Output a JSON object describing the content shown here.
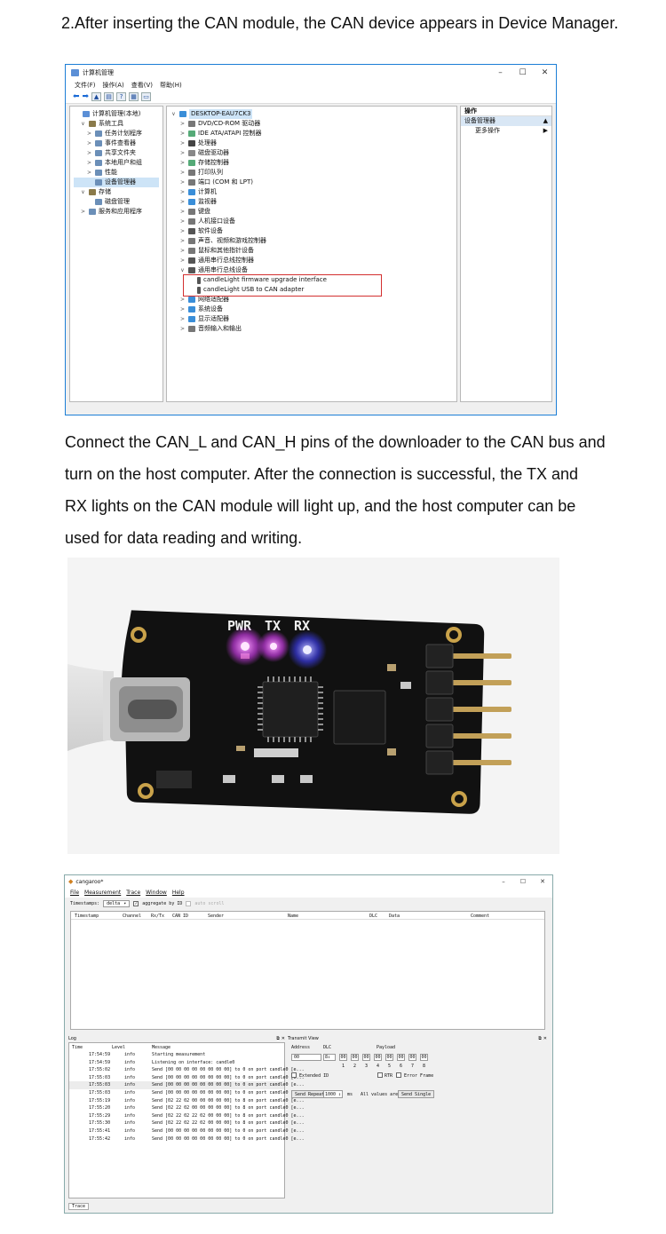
{
  "heading": "2.After inserting the CAN module, the CAN device appears in Device Manager.",
  "paragraph": [
    "Connect the CAN_L and CAN_H pins of the downloader to the CAN bus and",
    "turn on the host computer. After the connection is successful, the TX and",
    " RX lights on the CAN module will light up, and the host computer can be",
    "used for data reading and writing."
  ],
  "device_manager": {
    "title": "计算机管理",
    "window_controls": [
      "–",
      "☐",
      "✕"
    ],
    "menu": [
      "文件(F)",
      "操作(A)",
      "查看(V)",
      "帮助(H)"
    ],
    "left_tree": [
      {
        "label": "计算机管理(本地)",
        "indent": 0,
        "arrow": ""
      },
      {
        "label": "系统工具",
        "indent": 1,
        "arrow": "∨"
      },
      {
        "label": "任务计划程序",
        "indent": 2,
        "arrow": ">"
      },
      {
        "label": "事件查看器",
        "indent": 2,
        "arrow": ">"
      },
      {
        "label": "共享文件夹",
        "indent": 2,
        "arrow": ">"
      },
      {
        "label": "本地用户和组",
        "indent": 2,
        "arrow": ">"
      },
      {
        "label": "性能",
        "indent": 2,
        "arrow": ">"
      },
      {
        "label": "设备管理器",
        "indent": 2,
        "arrow": "",
        "selected": true
      },
      {
        "label": "存储",
        "indent": 1,
        "arrow": "∨"
      },
      {
        "label": "磁盘管理",
        "indent": 2,
        "arrow": ""
      },
      {
        "label": "服务和应用程序",
        "indent": 1,
        "arrow": ">"
      }
    ],
    "device_tree_root": "DESKTOP-EAU7CK3",
    "device_tree": [
      {
        "label": "DVD/CD-ROM 驱动器",
        "arrow": ">",
        "indent": 1,
        "color": "#777"
      },
      {
        "label": "IDE ATA/ATAPI 控制器",
        "arrow": ">",
        "indent": 1,
        "color": "#5a7"
      },
      {
        "label": "处理器",
        "arrow": ">",
        "indent": 1,
        "color": "#444"
      },
      {
        "label": "磁盘驱动器",
        "arrow": ">",
        "indent": 1,
        "color": "#888"
      },
      {
        "label": "存储控制器",
        "arrow": ">",
        "indent": 1,
        "color": "#5a7"
      },
      {
        "label": "打印队列",
        "arrow": ">",
        "indent": 1,
        "color": "#777"
      },
      {
        "label": "端口 (COM 和 LPT)",
        "arrow": ">",
        "indent": 1,
        "color": "#777"
      },
      {
        "label": "计算机",
        "arrow": ">",
        "indent": 1,
        "color": "#3a8ed8"
      },
      {
        "label": "监视器",
        "arrow": ">",
        "indent": 1,
        "color": "#3a8ed8"
      },
      {
        "label": "键盘",
        "arrow": ">",
        "indent": 1,
        "color": "#777"
      },
      {
        "label": "人机接口设备",
        "arrow": ">",
        "indent": 1,
        "color": "#777"
      },
      {
        "label": "软件设备",
        "arrow": ">",
        "indent": 1,
        "color": "#555"
      },
      {
        "label": "声音、视频和游戏控制器",
        "arrow": ">",
        "indent": 1,
        "color": "#777"
      },
      {
        "label": "鼠标和其他指针设备",
        "arrow": ">",
        "indent": 1,
        "color": "#777"
      },
      {
        "label": "通用串行总线控制器",
        "arrow": ">",
        "indent": 1,
        "color": "#555"
      },
      {
        "label": "通用串行总线设备",
        "arrow": "∨",
        "indent": 1,
        "color": "#555"
      },
      {
        "label": "candleLight firmware upgrade interface",
        "arrow": "",
        "indent": 2,
        "color": "#555"
      },
      {
        "label": "candleLight USB to CAN adapter",
        "arrow": "",
        "indent": 2,
        "color": "#555"
      },
      {
        "label": "网络适配器",
        "arrow": ">",
        "indent": 1,
        "color": "#3a8ed8"
      },
      {
        "label": "系统设备",
        "arrow": ">",
        "indent": 1,
        "color": "#3a8ed8"
      },
      {
        "label": "显示适配器",
        "arrow": ">",
        "indent": 1,
        "color": "#3a8ed8"
      },
      {
        "label": "音频输入和输出",
        "arrow": ">",
        "indent": 1,
        "color": "#777"
      }
    ],
    "actions_header": "操作",
    "actions_item": "设备管理器",
    "actions_more": "更多操作"
  },
  "board": {
    "leds": [
      "PWR",
      "TX",
      "RX"
    ]
  },
  "cangaroo": {
    "title": "cangaroo*",
    "window_controls": [
      "–",
      "☐",
      "✕"
    ],
    "menu": [
      "File",
      "Measurement",
      "Trace",
      "Window",
      "Help"
    ],
    "timestamps_label": "Timestamps:",
    "timestamps_value": "delta",
    "aggregate_label": "aggregate by ID",
    "autoscroll_label": "auto scroll",
    "trace_columns": [
      "Timestamp",
      "Channel",
      "Rx/Tx",
      "CAN ID",
      "Sender",
      "Name",
      "DLC",
      "Data",
      "Comment"
    ],
    "log_title": "Log",
    "log_columns": [
      "Time",
      "Level",
      "Message"
    ],
    "log_rows": [
      {
        "time": "17:54:59",
        "level": "info",
        "msg": "Starting measurement"
      },
      {
        "time": "17:54:59",
        "level": "info",
        "msg": "Listening on interface: candle0"
      },
      {
        "time": "17:55:02",
        "level": "info",
        "msg": "Send [00 00 00 00 00 00 00 00] to 0 on port candle0 [e..."
      },
      {
        "time": "17:55:03",
        "level": "info",
        "msg": "Send [00 00 00 00 00 00 00 00] to 0 on port candle0 [e..."
      },
      {
        "time": "17:55:03",
        "level": "info",
        "msg": "Send [00 00 00 00 00 00 00 00] to 0 on port candle0 [e..."
      },
      {
        "time": "17:55:03",
        "level": "info",
        "msg": "Send [00 00 00 00 00 00 00 00] to 0 on port candle0 [e..."
      },
      {
        "time": "17:55:19",
        "level": "info",
        "msg": "Send [02 22 02 00 00 00 00 00] to 8 on port candle0 [e..."
      },
      {
        "time": "17:55:20",
        "level": "info",
        "msg": "Send [02 22 02 00 00 00 00 00] to 8 on port candle0 [e..."
      },
      {
        "time": "17:55:29",
        "level": "info",
        "msg": "Send [02 22 02 22 02 00 00 00] to 8 on port candle0 [e..."
      },
      {
        "time": "17:55:30",
        "level": "info",
        "msg": "Send [02 22 02 22 02 00 00 00] to 8 on port candle0 [e..."
      },
      {
        "time": "17:55:41",
        "level": "info",
        "msg": "Send [00 00 00 00 00 00 00 00] to 0 on port candle0 [e..."
      },
      {
        "time": "17:55:42",
        "level": "info",
        "msg": "Send [00 00 00 00 00 00 00 00] to 0 on port candle0 [e..."
      }
    ],
    "tx_title": "Transmit View",
    "address_label": "Address",
    "dlc_label": "DLC",
    "payload_label": "Payload",
    "address_value": "00",
    "dlc_value": "8",
    "payload_bytes": [
      "00",
      "00",
      "00",
      "00",
      "00",
      "00",
      "00",
      "00"
    ],
    "payload_indexes": [
      "1",
      "2",
      "3",
      "4",
      "5",
      "6",
      "7",
      "8"
    ],
    "extended_id_label": "Extended ID",
    "rtr_label": "RTR",
    "error_frame_label": "Error Frame",
    "send_repeat_label": "Send Repeat",
    "repeat_value": "1000",
    "ms_label": "ms",
    "all_values_label": "All values are",
    "send_single_label": "Send Single",
    "status_tab": "Trace"
  }
}
